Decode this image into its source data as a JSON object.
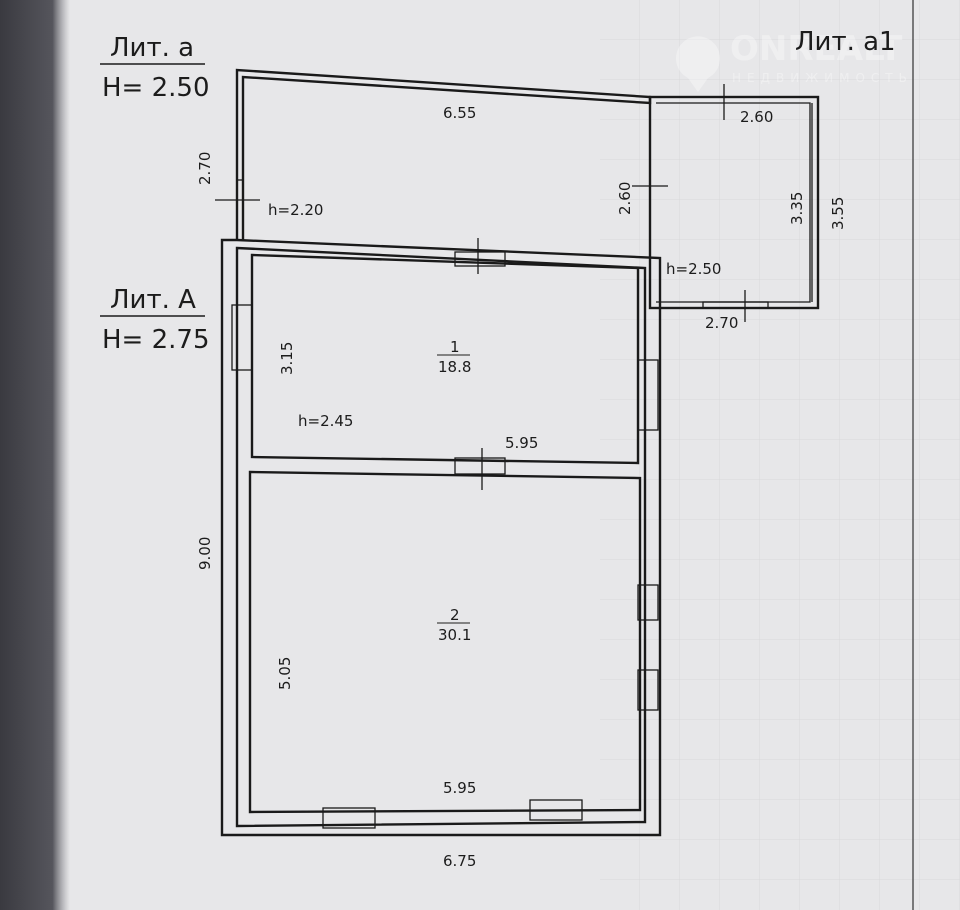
{
  "watermark": {
    "brand": "ONREALT",
    "subtitle": "НЕДВИЖИМОСТЬ"
  },
  "labels": {
    "lit_a": {
      "name": "Лит. а",
      "height": "H= 2.50"
    },
    "lit_A": {
      "name": "Лит. А",
      "height": "H= 2.75"
    },
    "lit_a1": {
      "name": "Лит. а1"
    }
  },
  "dimensions": {
    "veranda_top": "6.55",
    "veranda_left": "2.70",
    "veranda_h": "h=2.20",
    "a1_top": "2.60",
    "a1_left": "2.60",
    "a1_inner_right": "3.35",
    "a1_outer_right": "3.55",
    "a1_h": "h=2.50",
    "a1_bottom": "2.70",
    "room1_height": "3.15",
    "room1_h": "h=2.45",
    "room1_width": "5.95",
    "house_left": "9.00",
    "room2_height": "5.05",
    "room2_width": "5.95",
    "house_bottom": "6.75"
  },
  "rooms": [
    {
      "number": "1",
      "area": "18.8"
    },
    {
      "number": "2",
      "area": "30.1"
    }
  ]
}
